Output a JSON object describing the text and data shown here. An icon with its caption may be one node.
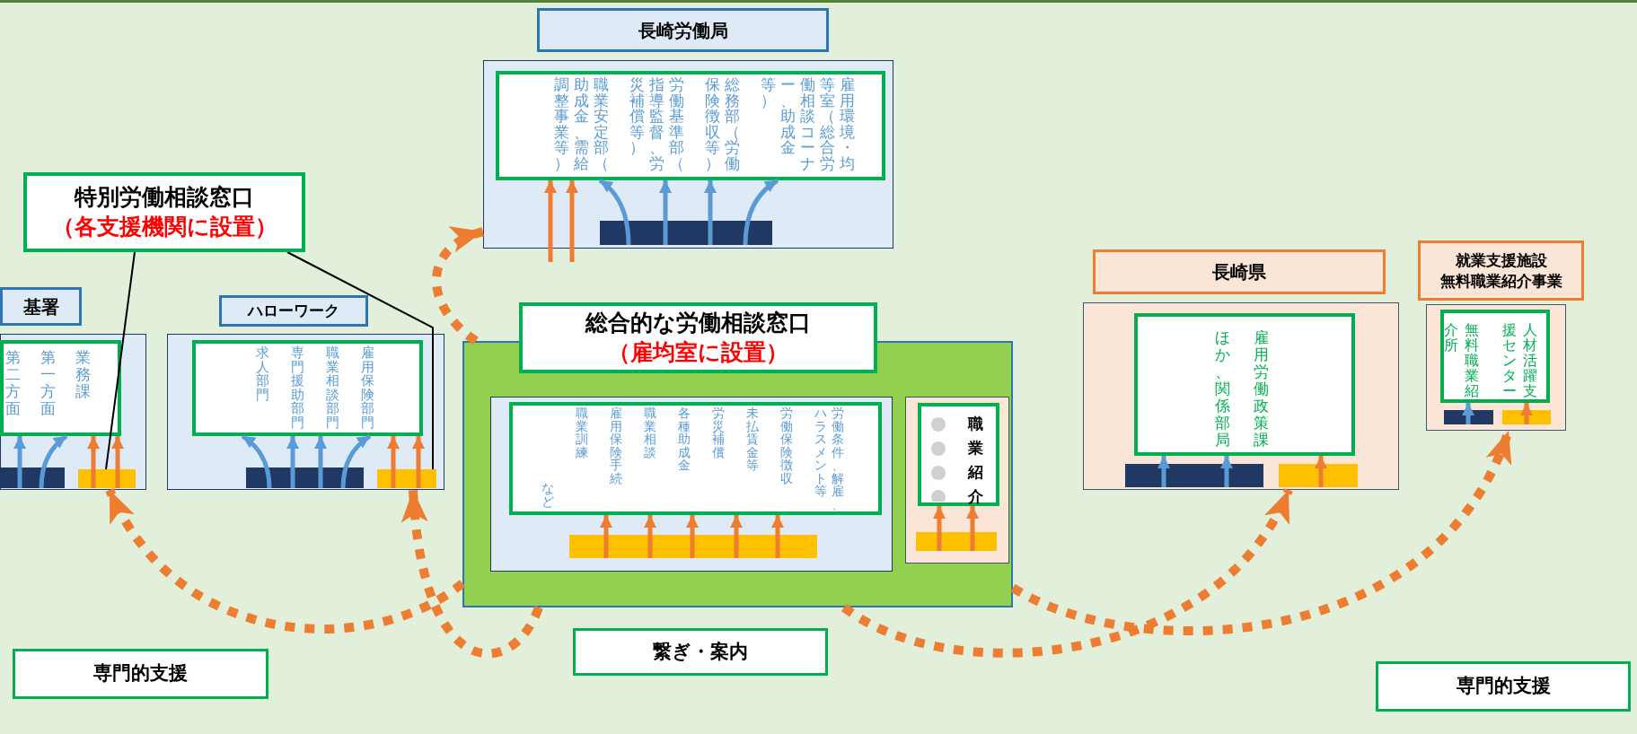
{
  "diagram": {
    "nodes": [
      {
        "text": [
          "長崎労働局"
        ]
      },
      {
        "text": [],
        "shape": "box"
      },
      {
        "text": [
          "職業安定部（助成金、需給調整事業等）",
          "労働基準部（指導監督、労災補償等）",
          "総務部（労働保険徴収等）",
          "雇用環境・均等室（総合労働相談コーナー、助成金等）"
        ],
        "in": 1
      },
      {
        "text": [],
        "shape": "bar",
        "in": 1
      },
      {
        "text": [
          "特別労働相談窓口",
          "（各支援機関に設置）"
        ]
      },
      {
        "text": [
          "基署"
        ]
      },
      {
        "text": [],
        "shape": "box"
      },
      {
        "text": [
          "第二方面",
          "第一方面",
          "業務課"
        ],
        "in": 6
      },
      {
        "text": [],
        "shape": "bar",
        "in": 6
      },
      {
        "text": [],
        "shape": "bar",
        "in": 6
      },
      {
        "text": [
          "ハローワーク"
        ]
      },
      {
        "text": [],
        "shape": "box"
      },
      {
        "text": [
          "求人部門",
          "専門援助部門",
          "職業相談部門",
          "雇用保険部門"
        ],
        "in": 11
      },
      {
        "text": [],
        "shape": "bar",
        "in": 11
      },
      {
        "text": [],
        "shape": "bar",
        "in": 11
      },
      {
        "text": [
          "長崎県"
        ]
      },
      {
        "text": [
          "就業支援施設",
          "無料職業紹介事業"
        ]
      },
      {
        "text": [
          "総合的な労働相談窓口",
          "（雇均室に設置）"
        ]
      },
      {
        "text": [],
        "shape": "box"
      },
      {
        "text": [
          "ほか、関係部局",
          "雇用労働政策課"
        ],
        "in": 18
      },
      {
        "text": [],
        "shape": "bar",
        "in": 18
      },
      {
        "text": [],
        "shape": "bar",
        "in": 18
      },
      {
        "text": [],
        "shape": "box"
      },
      {
        "text": [
          "無料職業紹介所",
          "人材活躍支援センター"
        ],
        "in": 22
      },
      {
        "text": [],
        "shape": "bar",
        "in": 22
      },
      {
        "text": [],
        "shape": "bar",
        "in": 22
      },
      {
        "text": [],
        "shape": "box"
      },
      {
        "text": [],
        "shape": "box",
        "in": 26
      },
      {
        "text": [
          "など",
          "職業訓練",
          "雇用保険手続",
          "職業相談",
          "各種助成金",
          "労災補償",
          "未払賃金等",
          "労働保険徴収",
          "労働条件、解雇、ハラスメント等"
        ],
        "in": 27
      },
      {
        "text": [],
        "shape": "bar",
        "in": 27
      },
      {
        "text": [],
        "shape": "box",
        "in": 26
      },
      {
        "text": [
          "職業紹介"
        ],
        "in": 30
      },
      {
        "text": [],
        "shape": "bar",
        "in": 30
      },
      {
        "text": [
          "専門的支援"
        ]
      },
      {
        "text": [
          "繋ぎ・案内"
        ]
      },
      {
        "text": [
          "専門的支援"
        ]
      }
    ],
    "edges": [
      {
        "from": 26,
        "to": 1,
        "arrow": "to",
        "style": "dashed"
      },
      {
        "from": 26,
        "to": 11,
        "arrow": "to",
        "style": "dashed"
      },
      {
        "from": 26,
        "to": 6,
        "arrow": "to",
        "style": "dashed"
      },
      {
        "from": 26,
        "to": 18,
        "arrow": "to",
        "style": "dashed"
      },
      {
        "from": 26,
        "to": 22,
        "arrow": "to",
        "style": "dashed"
      },
      {
        "from": 4,
        "to": 9,
        "arrow": "none",
        "color": "#000000"
      },
      {
        "from": 4,
        "to": 14,
        "arrow": "none",
        "color": "#000000"
      },
      {
        "from": null,
        "to": 2,
        "arrow": "to"
      },
      {
        "from": null,
        "to": 2,
        "arrow": "to"
      },
      {
        "from": 3,
        "to": 2,
        "arrow": "to",
        "color": "#5b9bd5"
      },
      {
        "from": 3,
        "to": 2,
        "arrow": "to",
        "color": "#5b9bd5"
      },
      {
        "from": 3,
        "to": 2,
        "arrow": "to",
        "color": "#5b9bd5"
      },
      {
        "from": 3,
        "to": 2,
        "arrow": "to",
        "color": "#5b9bd5"
      },
      {
        "from": 8,
        "to": 7,
        "arrow": "to",
        "color": "#5b9bd5"
      },
      {
        "from": 8,
        "to": 7,
        "arrow": "to",
        "color": "#5b9bd5"
      },
      {
        "from": 9,
        "to": 7,
        "arrow": "to"
      },
      {
        "from": 9,
        "to": 7,
        "arrow": "to"
      },
      {
        "from": 13,
        "to": 12,
        "arrow": "to",
        "color": "#5b9bd5"
      },
      {
        "from": 13,
        "to": 12,
        "arrow": "to",
        "color": "#5b9bd5"
      },
      {
        "from": 13,
        "to": 12,
        "arrow": "to",
        "color": "#5b9bd5"
      },
      {
        "from": 13,
        "to": 12,
        "arrow": "to",
        "color": "#5b9bd5"
      },
      {
        "from": 14,
        "to": 12,
        "arrow": "to"
      },
      {
        "from": 14,
        "to": 12,
        "arrow": "to"
      },
      {
        "from": 29,
        "to": 28,
        "arrow": "to"
      },
      {
        "from": 29,
        "to": 28,
        "arrow": "to"
      },
      {
        "from": 29,
        "to": 28,
        "arrow": "to"
      },
      {
        "from": 29,
        "to": 28,
        "arrow": "to"
      },
      {
        "from": 29,
        "to": 28,
        "arrow": "to"
      },
      {
        "from": 32,
        "to": 31,
        "arrow": "to"
      },
      {
        "from": 32,
        "to": 31,
        "arrow": "to"
      },
      {
        "from": 20,
        "to": 19,
        "arrow": "to",
        "color": "#5b9bd5"
      },
      {
        "from": 20,
        "to": 19,
        "arrow": "to",
        "color": "#5b9bd5"
      },
      {
        "from": 21,
        "to": 19,
        "arrow": "to"
      },
      {
        "from": 24,
        "to": 23,
        "arrow": "to",
        "color": "#5b9bd5"
      },
      {
        "from": 25,
        "to": 23,
        "arrow": "to"
      }
    ]
  }
}
